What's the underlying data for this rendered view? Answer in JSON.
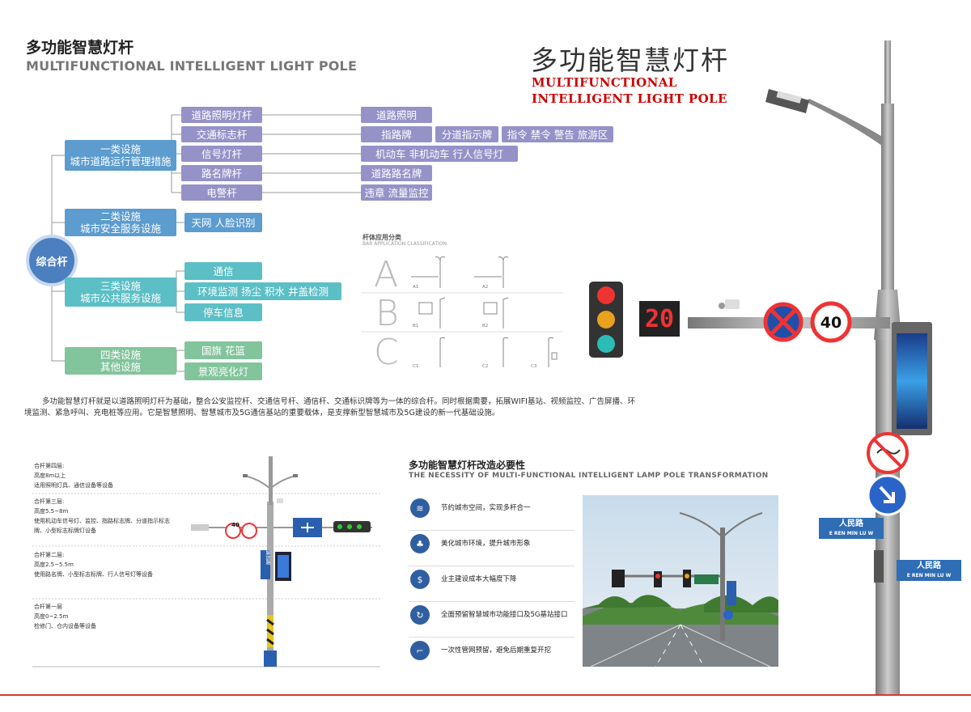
{
  "header": {
    "title_zh": "多功能智慧灯杆",
    "title_en": "MULTIFUNCTIONAL INTELLIGENT LIGHT POLE"
  },
  "hero": {
    "title_zh": "多功能智慧灯杆",
    "title_en_1": "MULTIFUNCTIONAL",
    "title_en_2": "INTELLIGENT LIGHT POLE"
  },
  "hub": "综合杆",
  "cat1": {
    "l1": "一类设施",
    "l2": "城市道路运行管理措施"
  },
  "cat1_items": [
    "道路照明灯杆",
    "交通标志杆",
    "信号灯杆",
    "路名牌杆",
    "电警杆"
  ],
  "cat1_funcs": [
    "道路照明",
    "指路牌",
    "机动车  非机动车  行人信号灯",
    "道路路名牌",
    "违章 流量监控"
  ],
  "cat1_ext": [
    "分道指示牌",
    "指令 禁令 警告 旅游区"
  ],
  "cat2": {
    "l1": "二类设施",
    "l2": "城市安全服务设施"
  },
  "cat2_items": [
    "天网 人脸识别"
  ],
  "cat3": {
    "l1": "三类设施",
    "l2": "城市公共服务设施"
  },
  "cat3_items": [
    "通信",
    "环境监测  扬尘   积水 井盖检测",
    "停车信息"
  ],
  "cat4": {
    "l1": "四类设施",
    "l2": "其他设施"
  },
  "cat4_items": [
    "国旗  花篮",
    "景观亮化灯"
  ],
  "paragraph": "多功能智慧灯杆就是以道路照明灯杆为基础，整合公安监控杆、交通信号杆、通信杆、交通标识牌等为一体的综合杆。同时根据需要，拓展WIFI基站、视频监控、广告屏播、环境监测、紧急呼叫、充电桩等应用。它是智慧照明、智慧城市及5G通信基站的重要载体，是支撑新型智慧城市及5G建设的新一代基础设施。",
  "classification": {
    "title": "杆体应用分类",
    "subtitle": "BAR APPLICATION CLASSIFICATION",
    "letters": [
      "A",
      "B",
      "C"
    ],
    "labels": [
      "A1",
      "A2",
      "B1",
      "B2",
      "C1",
      "C2",
      "C3"
    ]
  },
  "signs": {
    "speed_display": "20",
    "speed_limit": "40",
    "small_limit": "40",
    "vert_sign": "解放路"
  },
  "street_sign": {
    "zh": "人民路",
    "en": "E  REN MIN LU  W"
  },
  "layers": [
    {
      "title": "合杆第四层:",
      "l1": "高度8m以上",
      "l2": "适用照明灯具、通信设备等设备"
    },
    {
      "title": "合杆第三层:",
      "l1": "高度5.5~8m",
      "l2": "使用机动车信号灯、监控、指路标志牌、分道指示标志",
      "l3": "牌、小型标志标牌灯设备"
    },
    {
      "title": "合杆第二层:",
      "l1": "高度2.5~5.5m",
      "l2": "使用路名牌、小型标志标牌、行人信号灯等设备"
    },
    {
      "title": "合杆第一层",
      "l1": "高度0~2.5m",
      "l2": "检修门、仓内设备等设备"
    }
  ],
  "necessity": {
    "title_zh": "多功能智慧灯杆改造必要性",
    "title_en": "THE NECESSITY OF MULTI-FUNCTIONAL INTELLIGENT LAMP POLE TRANSFORMATION",
    "items": [
      "节约城市空间，实现多杆合一",
      "美化城市环境，提升城市形象",
      "业主建设成本大幅度下降",
      "全面预留智慧城市功能接口及5G基站接口",
      "一次性管网预留，避免后期重复开挖"
    ]
  },
  "colors": {
    "accent_red": "#c00",
    "hub_blue": "#4b7fc0",
    "purple": "#9592c8",
    "blue": "#5c9ccf",
    "teal": "#5cbfc6",
    "green": "#82c49c"
  }
}
